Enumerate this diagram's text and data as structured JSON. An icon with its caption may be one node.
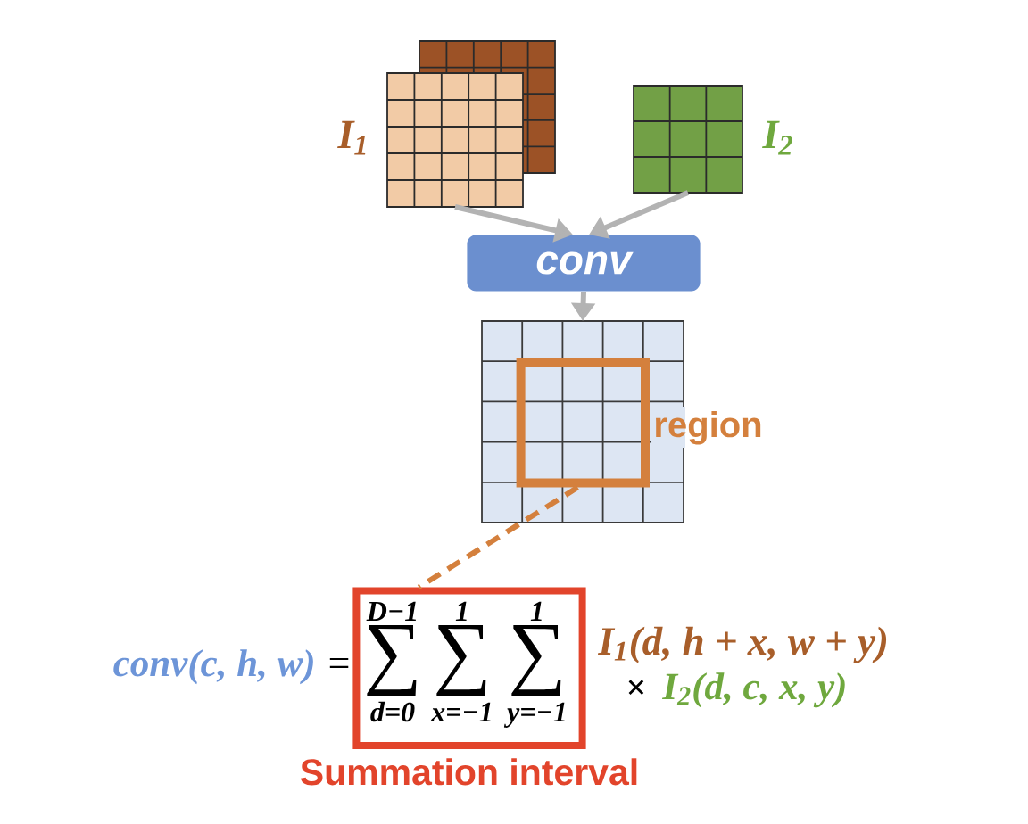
{
  "diagram": {
    "nodes": [
      {
        "text": [],
        "shape": "grid",
        "beside": [
          "I$_{1}$"
        ]
      },
      {
        "text": [],
        "shape": "grid",
        "beside": [
          "I$_{2}$"
        ]
      },
      {
        "text": [
          "conv"
        ]
      },
      {
        "text": [],
        "shape": "grid"
      },
      {
        "text": [],
        "shape": "box",
        "in": 3,
        "beside": [
          "region"
        ]
      },
      {
        "text": [
          "D−1",
          "∑",
          "d=0",
          "1",
          "∑",
          "x=−1",
          "1",
          "∑",
          "y=−1"
        ],
        "beside": [
          "Summation interval"
        ]
      }
    ],
    "edges": [
      {
        "from": 0,
        "to": 2,
        "arrow": "to"
      },
      {
        "from": 1,
        "to": 2,
        "arrow": "to"
      },
      {
        "from": 2,
        "to": 3,
        "arrow": "to"
      },
      {
        "from": 4,
        "to": 5,
        "arrow": "none",
        "style": "dashed",
        "color": "#d4803d"
      }
    ],
    "labels": [
      "conv(c, h, w)",
      "=",
      "I$_{1}$(d, h + x, w + y)",
      "×",
      "I$_{2}$(d, c, x, y)"
    ]
  }
}
